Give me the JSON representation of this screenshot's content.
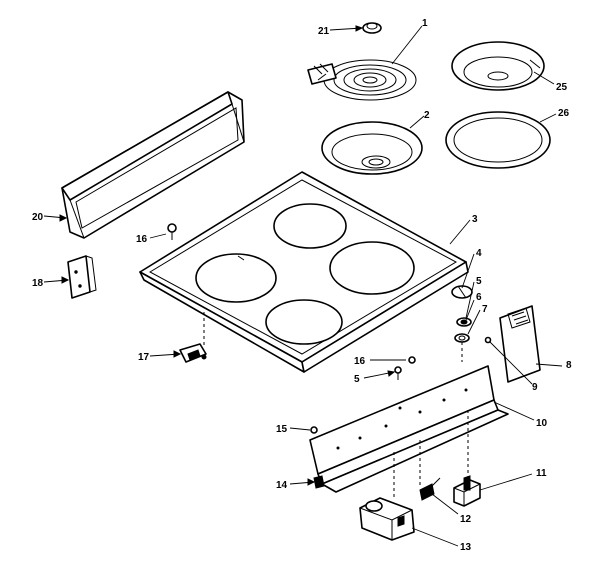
{
  "callouts": {
    "c1": "1",
    "c2": "2",
    "c3": "3",
    "c4": "4",
    "c5a": "5",
    "c5b": "5",
    "c6": "6",
    "c7": "7",
    "c8": "8",
    "c9": "9",
    "c10": "10",
    "c11": "11",
    "c12": "12",
    "c13": "13",
    "c14": "14",
    "c15": "15",
    "c16a": "16",
    "c16b": "16",
    "c17": "17",
    "c18": "18",
    "c20": "20",
    "c21": "21",
    "c25": "25",
    "c26": "26"
  }
}
